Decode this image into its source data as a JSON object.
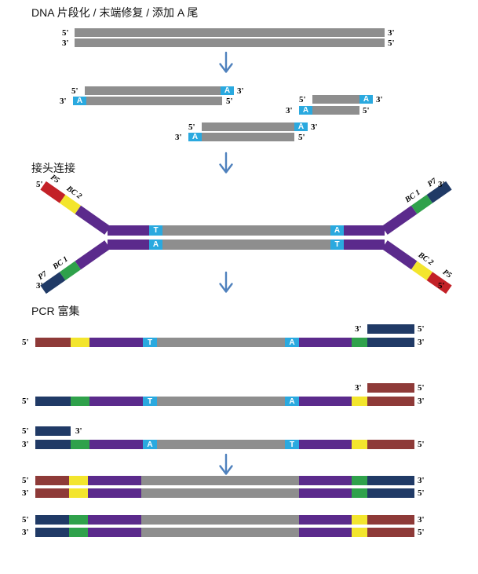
{
  "sections": {
    "fragmentation": {
      "title": "DNA 片段化 / 末端修复 / 添加 A 尾"
    },
    "ligation": {
      "title": "接头连接"
    },
    "pcr": {
      "title": "PCR 富集"
    }
  },
  "glyphs": {
    "five_prime": "5'",
    "three_prime": "3'",
    "base_a": "A",
    "base_t": "T"
  },
  "adapter_labels": {
    "p5": "P5",
    "p7": "P7",
    "bc1": "BC 1",
    "bc2": "BC 2"
  },
  "colors": {
    "insert_gray": "#8e8e8e",
    "overhang_cyan": "#2aa9df",
    "adapter_purple": "#5b2a8c",
    "p5_red": "#c32127",
    "p5_darkred": "#8e3a38",
    "p7_navy": "#203a66",
    "bc1_green": "#2fa14b",
    "bc2_yellow": "#f3e52d",
    "arrow_blue": "#4f81bd"
  }
}
